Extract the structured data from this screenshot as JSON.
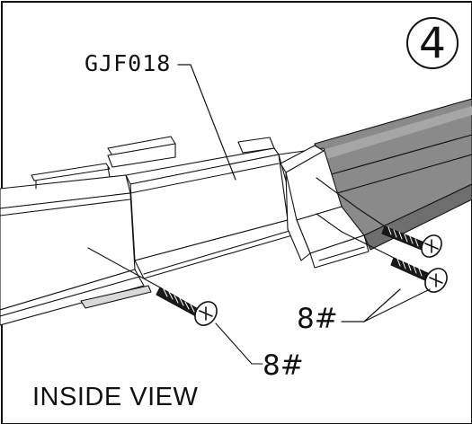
{
  "step_number": "4",
  "part_code": "GJF018",
  "screw_size_right": "8#",
  "screw_size_left": "8#",
  "view_caption": "INSIDE VIEW"
}
